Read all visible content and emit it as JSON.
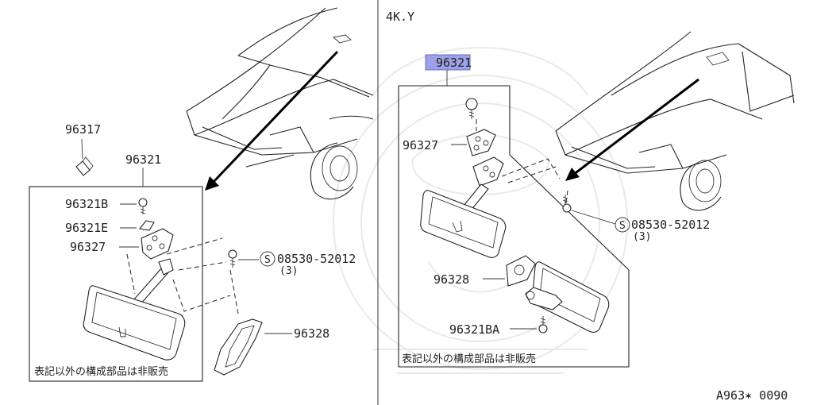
{
  "left_panel": {
    "parts": {
      "p96317": "96317",
      "p96321": "96321",
      "p96321B": "96321B",
      "p96321E": "96321E",
      "p96327": "96327",
      "p96328": "96328",
      "screw_no": "08530-52012",
      "screw_qty": "(3)",
      "screw_mark": "S"
    },
    "note": "表記以外の構成部品は非販売"
  },
  "right_panel": {
    "variant": "4K.Y",
    "parts": {
      "p96321_highlighted": "96321",
      "p96327": "96327",
      "p96328": "96328",
      "p96321BA": "96321BA",
      "screw_no": "08530-52012",
      "screw_qty": "(3)",
      "screw_mark": "S"
    },
    "note": "表記以外の構成部品は非販売",
    "highlight_color": "#9fa0e6"
  },
  "figure_code": "A963✶ 0090"
}
